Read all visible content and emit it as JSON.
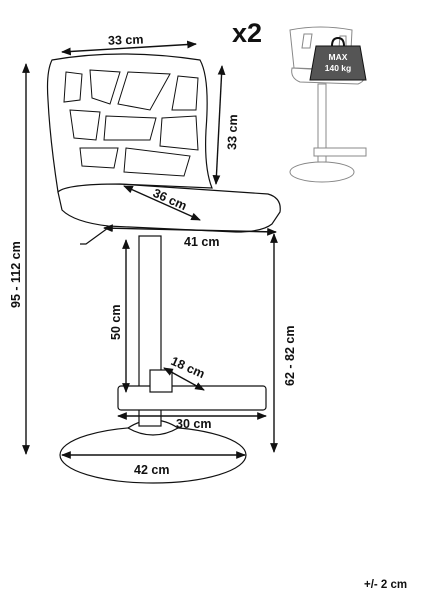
{
  "quantity_label": "x2",
  "max_load": {
    "line1": "MAX",
    "line2": "140 kg"
  },
  "tolerance": "+/- 2 cm",
  "dimensions": {
    "backrest_width": "33 cm",
    "backrest_height": "33 cm",
    "total_height": "95 - 112 cm",
    "seat_depth": "36 cm",
    "seat_width": "41 cm",
    "seat_height": "62 - 82 cm",
    "lift_range": "50 cm",
    "footrest_depth": "18 cm",
    "footrest_width": "30 cm",
    "base_diameter": "42 cm"
  },
  "colors": {
    "line": "#111111",
    "arrow": "#111111",
    "background": "#ffffff",
    "thumbnail": "#888888"
  }
}
